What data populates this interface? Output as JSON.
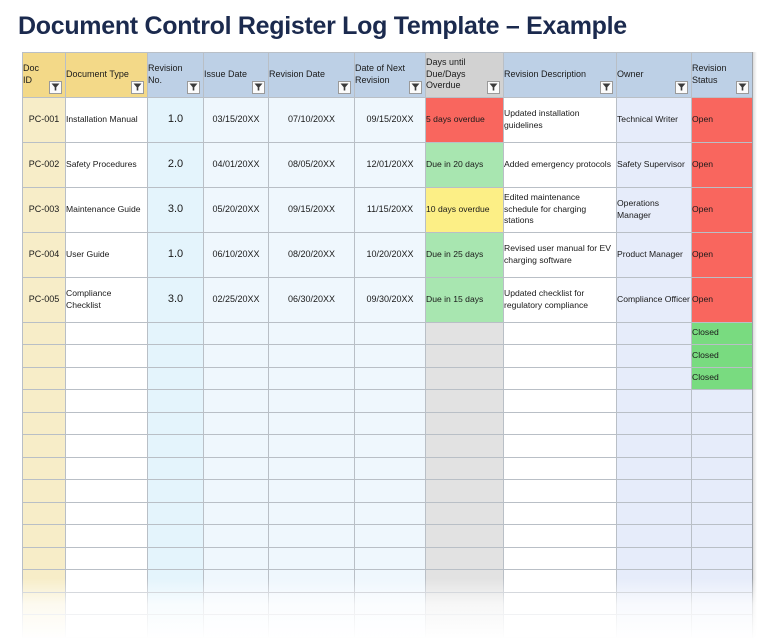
{
  "page_title": "Document Control Register Log Template – Example",
  "table": {
    "filter_icon": "filter-dropdown-icon",
    "columns": [
      {
        "key": "doc_id",
        "label": "Doc ID",
        "header_style": "yellow",
        "cell_style": "col-id",
        "filter": true
      },
      {
        "key": "doc_type",
        "label": "Document Type",
        "header_style": "yellow",
        "cell_style": "col-type",
        "filter": true
      },
      {
        "key": "revision_no",
        "label": "Revision No.",
        "header_style": "blue",
        "cell_style": "col-rev",
        "filter": true
      },
      {
        "key": "issue_date",
        "label": "Issue Date",
        "header_style": "blue",
        "cell_style": "col-issue",
        "filter": true
      },
      {
        "key": "revision_date",
        "label": "Revision Date",
        "header_style": "blue",
        "cell_style": "col-revdt",
        "filter": true
      },
      {
        "key": "next_revision",
        "label": "Date of Next Revision",
        "header_style": "blue",
        "cell_style": "col-next",
        "filter": true
      },
      {
        "key": "days_until",
        "label": "Days until Due/Days Overdue",
        "header_style": "gray",
        "cell_style": "col-days",
        "filter": true
      },
      {
        "key": "description",
        "label": "Revision Description",
        "header_style": "blue",
        "cell_style": "col-desc",
        "filter": true
      },
      {
        "key": "owner",
        "label": "Owner",
        "header_style": "blue",
        "cell_style": "col-owner",
        "filter": true
      },
      {
        "key": "status",
        "label": "Revision Status",
        "header_style": "blue",
        "cell_style": "col-status",
        "filter": true
      }
    ],
    "rows": [
      {
        "doc_id": "PC-001",
        "doc_type": "Installation Manual",
        "revision_no": "1.0",
        "issue_date": "03/15/20XX",
        "revision_date": "07/10/20XX",
        "next_revision": "09/15/20XX",
        "days_until": "5 days overdue",
        "days_fill": "fill-red",
        "description": "Updated installation guidelines",
        "owner": "Technical Writer",
        "status": "Open",
        "status_fill": "fill-openred"
      },
      {
        "doc_id": "PC-002",
        "doc_type": "Safety Procedures",
        "revision_no": "2.0",
        "issue_date": "04/01/20XX",
        "revision_date": "08/05/20XX",
        "next_revision": "12/01/20XX",
        "days_until": "Due in 20 days",
        "days_fill": "fill-green",
        "description": "Added emergency protocols",
        "owner": "Safety Supervisor",
        "status": "Open",
        "status_fill": "fill-openred"
      },
      {
        "doc_id": "PC-003",
        "doc_type": "Maintenance Guide",
        "revision_no": "3.0",
        "issue_date": "05/20/20XX",
        "revision_date": "09/15/20XX",
        "next_revision": "11/15/20XX",
        "days_until": "10 days overdue",
        "days_fill": "fill-yellow",
        "description": "Edited maintenance schedule for charging stations",
        "owner": "Operations Manager",
        "status": "Open",
        "status_fill": "fill-openred"
      },
      {
        "doc_id": "PC-004",
        "doc_type": "User Guide",
        "revision_no": "1.0",
        "issue_date": "06/10/20XX",
        "revision_date": "08/20/20XX",
        "next_revision": "10/20/20XX",
        "days_until": "Due in 25 days",
        "days_fill": "fill-green",
        "description": "Revised user manual for EV charging software",
        "owner": "Product Manager",
        "status": "Open",
        "status_fill": "fill-openred"
      },
      {
        "doc_id": "PC-005",
        "doc_type": "Compliance Checklist",
        "revision_no": "3.0",
        "issue_date": "02/25/20XX",
        "revision_date": "06/30/20XX",
        "next_revision": "09/30/20XX",
        "days_until": "Due in 15 days",
        "days_fill": "fill-green",
        "description": "Updated checklist for regulatory compliance",
        "owner": "Compliance Officer",
        "status": "Open",
        "status_fill": "fill-openred"
      }
    ],
    "blank_rows": [
      {
        "status": "Closed",
        "status_fill": "fill-closed"
      },
      {
        "status": "Closed",
        "status_fill": "fill-closed"
      },
      {
        "status": "Closed",
        "status_fill": "fill-closed"
      },
      {},
      {},
      {},
      {},
      {},
      {},
      {},
      {},
      {},
      {},
      {}
    ],
    "colors": {
      "header_yellow": "#f3d988",
      "header_blue": "#bdd0e6",
      "header_gray": "#d2d2d2",
      "overdue_red": "#f9665e",
      "due_green": "#a8e6b0",
      "warn_yellow": "#fcef86",
      "closed_green": "#79db80",
      "title_navy": "#1b2a4e"
    }
  }
}
